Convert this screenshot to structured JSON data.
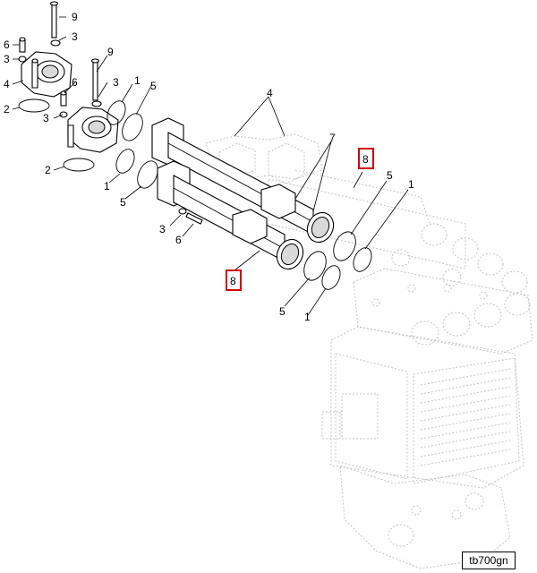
{
  "figure": {
    "reference_code": "tb700gn",
    "highlight_color": "#d40000",
    "callouts": {
      "c1": "1",
      "c2": "1",
      "c3": "1",
      "c4": "1",
      "c5": "5",
      "c6": "5",
      "c7": "5",
      "c8": "5",
      "c9": "2",
      "c10": "2",
      "c11": "3",
      "c12": "3",
      "c13": "3",
      "c14": "3",
      "c15": "3",
      "c16": "4",
      "c17": "4",
      "c18": "6",
      "c19": "6",
      "c20": "6",
      "c21": "7",
      "c22": "8",
      "c23": "8",
      "c24": "9",
      "c25": "9"
    }
  }
}
